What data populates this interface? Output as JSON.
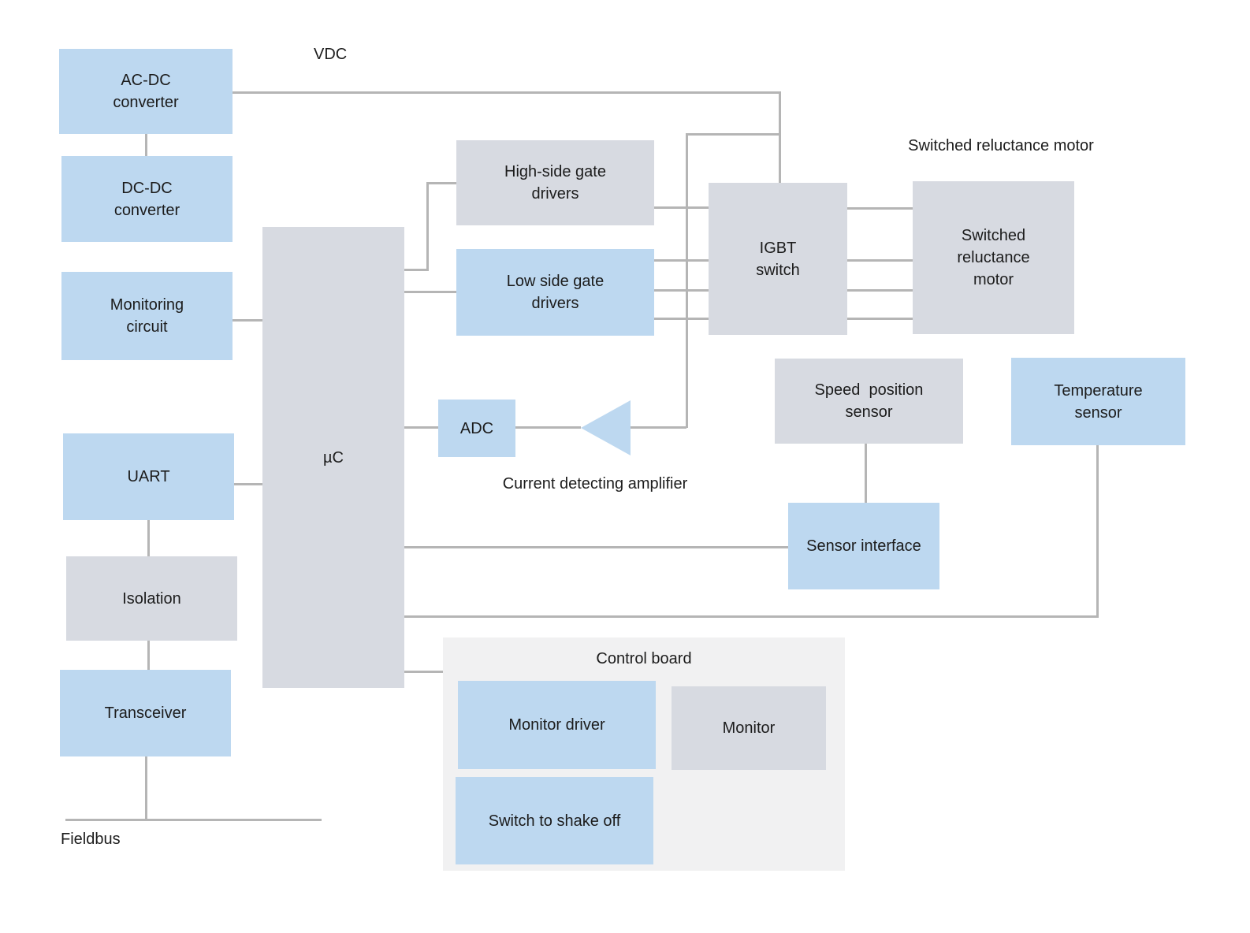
{
  "blocks": {
    "ac_dc": "AC-DC\nconverter",
    "dc_dc": "DC-DC\nconverter",
    "monitoring": "Monitoring\ncircuit",
    "uart": "UART",
    "isolation": "Isolation",
    "transceiver": "Transceiver",
    "uc": "µC",
    "high_side": "High-side gate\ndrivers",
    "low_side": "Low side gate\ndrivers",
    "adc": "ADC",
    "igbt": "IGBT\nswitch",
    "srm": "Switched\nreluctance\nmotor",
    "speed_sensor": "Speed  position\nsensor",
    "temp_sensor": "Temperature\nsensor",
    "sensor_interface": "Sensor interface",
    "monitor_driver": "Monitor driver",
    "monitor": "Monitor",
    "switch_shake": "Switch to shake off"
  },
  "annotations": {
    "vdc": "VDC",
    "srm_title": "Switched reluctance motor",
    "current_amplifier": "Current detecting amplifier",
    "fieldbus": "Fieldbus",
    "control_board": "Control board"
  },
  "colors": {
    "block_blue": "#bdd8f0",
    "block_gray": "#d7dae1",
    "board_background": "#f1f1f2",
    "wire": "#b5b5b5",
    "text": "#1c1c1c"
  }
}
